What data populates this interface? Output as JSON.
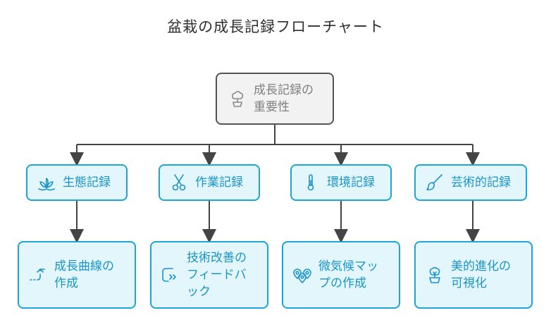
{
  "title": "盆栽の成長記録フローチャート",
  "colors": {
    "root_fill": "#f2f2f2",
    "root_border": "#555555",
    "root_text": "#808080",
    "node_fill": "#e3f6fc",
    "node_border": "#1ea4d6",
    "node_text": "#1a94c8",
    "connector": "#444444"
  },
  "root": {
    "label": "成長記録の\n重要性",
    "icon": "bonsai-tree-icon"
  },
  "categories": [
    {
      "label": "生態記録",
      "icon": "sprout-icon"
    },
    {
      "label": "作業記録",
      "icon": "pruning-shears-icon"
    },
    {
      "label": "環境記録",
      "icon": "thermometer-icon"
    },
    {
      "label": "芸術的記録",
      "icon": "paintbrush-icon"
    }
  ],
  "details": [
    {
      "label": "成長曲線の\n作成",
      "icon": "trend-arrow-icon"
    },
    {
      "label": "技術改善の\nフィードバ\nック",
      "icon": "feedback-loop-icon"
    },
    {
      "label": "微気候マッ\nプの作成",
      "icon": "map-pins-icon"
    },
    {
      "label": "美的進化の\n可視化",
      "icon": "potted-tree-icon"
    }
  ]
}
